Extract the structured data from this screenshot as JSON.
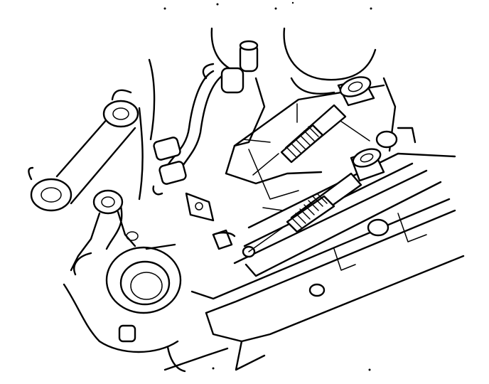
{
  "figure": {
    "style": "line-art",
    "ink_color": "#000000",
    "paper_color": "#ffffff",
    "parts": [
      "engine-block",
      "hose",
      "bolt",
      "bolt",
      "crank-seal",
      "mounting-bracket"
    ]
  }
}
